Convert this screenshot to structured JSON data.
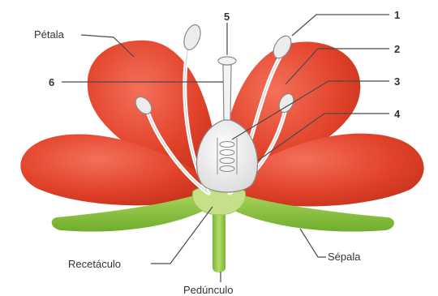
{
  "labels": {
    "petala": "Pétala",
    "recetaculo": "Recetáculo",
    "pedunculo": "Pedúnculo",
    "sepala": "Sépala"
  },
  "numbers": {
    "n1": "1",
    "n2": "2",
    "n3": "3",
    "n4": "4",
    "n5": "5",
    "n6": "6"
  },
  "colors": {
    "petal": "#e2422a",
    "sepal": "#8cc63f",
    "receptacle": "#c8e08a",
    "pistil": "#f1f1f1",
    "anther": "#e9e9e9"
  }
}
